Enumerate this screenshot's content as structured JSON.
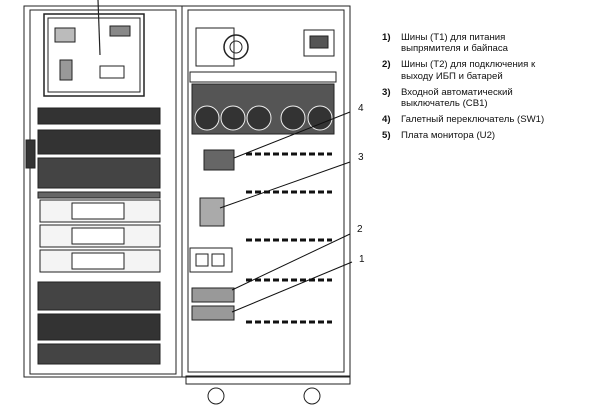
{
  "callouts": [
    "4",
    "3",
    "2",
    "1"
  ],
  "legend": [
    {
      "num": "1)",
      "text": "  Шины (T1) для питания\nвыпрямителя и байпаса"
    },
    {
      "num": "2)",
      "text": "  Шины (T2) для подключения к\nвыходу ИБП и батарей"
    },
    {
      "num": "3)",
      "text": "  Входной автоматический\nвыключатель (CB1)"
    },
    {
      "num": "4)",
      "text": "  Галетный переключатель (SW1)"
    },
    {
      "num": "5)",
      "text": "  Плата монитора (U2)"
    }
  ]
}
